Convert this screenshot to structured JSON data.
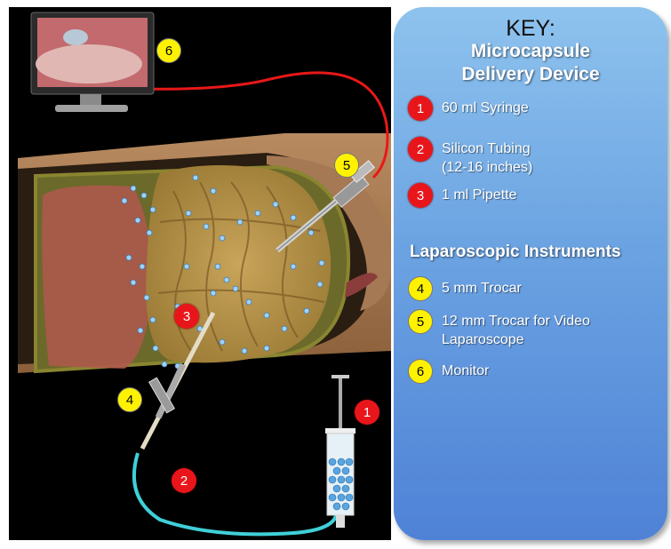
{
  "key": {
    "title": "KEY:",
    "subtitle_line1": "Microcapsule",
    "subtitle_line2": "Delivery Device",
    "delivery_items": [
      {
        "num": "1",
        "label": "60 ml Syringe"
      },
      {
        "num": "2",
        "label": "Silicon Tubing\n(12-16 inches)"
      },
      {
        "num": "3",
        "label": "1 ml Pipette"
      }
    ],
    "lap_heading": "Laparoscopic Instruments",
    "lap_items": [
      {
        "num": "4",
        "label": "5 mm Trocar"
      },
      {
        "num": "5",
        "label": "12 mm Trocar for Video\nLaparoscope"
      },
      {
        "num": "6",
        "label": "Monitor"
      }
    ]
  },
  "callouts": {
    "syringe": "1",
    "tubing": "2",
    "pipette": "3",
    "trocar_5mm": "4",
    "trocar_12mm": "5",
    "monitor": "6"
  },
  "colors": {
    "background": "#000000",
    "badge_red": "#e8161b",
    "badge_yellow": "#fff200",
    "monitor_cable": "#e81818",
    "tubing": "#3fd0d8",
    "key_panel": "#6ba3e2"
  }
}
